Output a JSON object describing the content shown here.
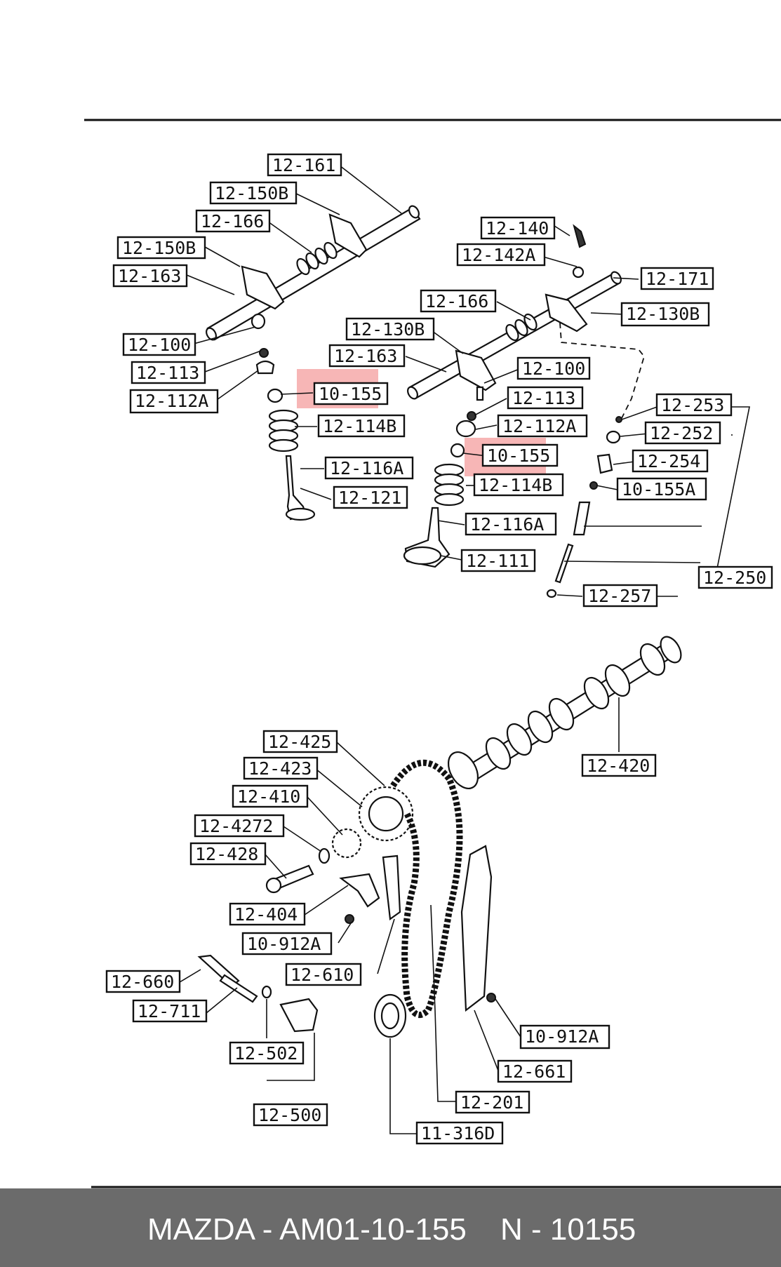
{
  "diagram": {
    "highlight_color": "#f07a7a",
    "labels": [
      "12-161",
      "12-150B",
      "12-166",
      "12-150B",
      "12-163",
      "12-100",
      "12-113",
      "12-112A",
      "10-155",
      "12-114B",
      "12-116A",
      "12-121",
      "12-140",
      "12-142A",
      "12-171",
      "12-166",
      "12-130B",
      "12-130B",
      "12-163",
      "12-100",
      "12-113",
      "12-112A",
      "10-155",
      "12-114B",
      "12-116A",
      "12-111",
      "12-253",
      "12-252",
      "12-254",
      "10-155A",
      "12-250",
      "12-257",
      "12-425",
      "12-423",
      "12-410",
      "12-4272",
      "12-428",
      "12-404",
      "10-912A",
      "12-610",
      "12-660",
      "12-711",
      "12-502",
      "12-500",
      "12-420",
      "10-912A",
      "12-661",
      "12-201",
      "11-316D"
    ]
  },
  "footer": {
    "left_text": "MAZDA - AM01-10-155",
    "right_text": "N - 10155"
  }
}
